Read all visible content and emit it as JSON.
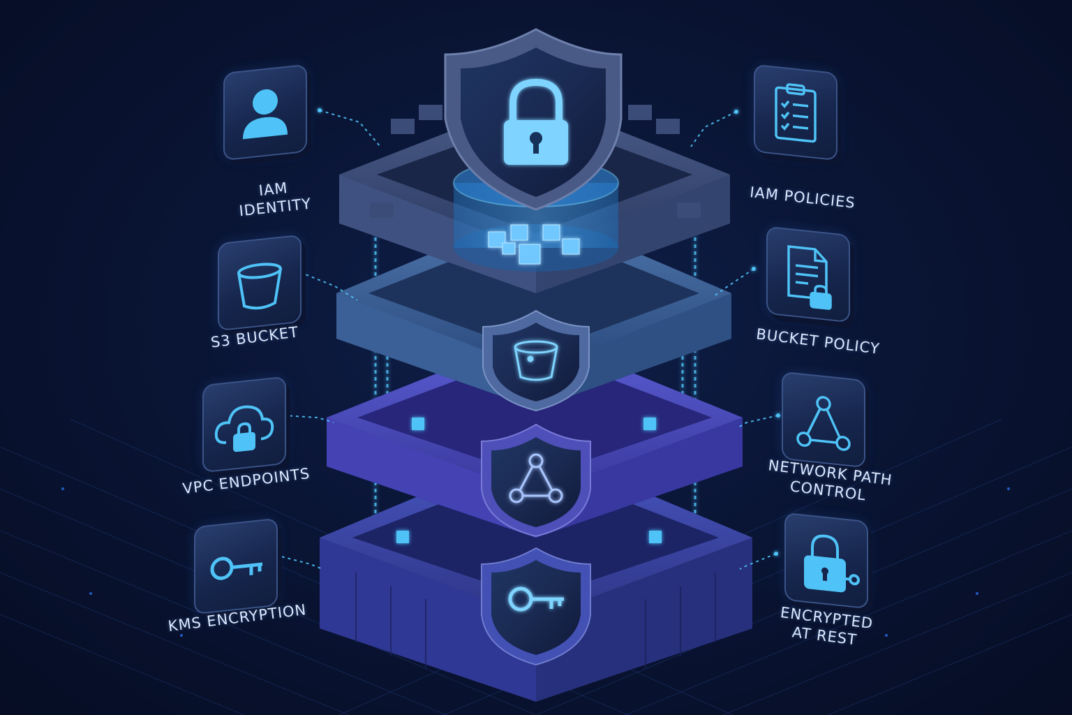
{
  "labels": {
    "iam_identity": "IAM\nIDENTITY",
    "iam_policies": "IAM POLICIES",
    "s3_bucket": "S3 BUCKET",
    "bucket_policy": "BUCKET POLICY",
    "vpc_endpoints": "VPC ENDPOINTS",
    "network_path_control": "NETWORK PATH\nCONTROL",
    "kms_encryption": "KMS ENCRYPTION",
    "encrypted_at_rest": "ENCRYPTED\nAT REST"
  },
  "icons": {
    "iam_identity": "user-icon",
    "iam_policies": "clipboard-checklist-icon",
    "s3_bucket": "bucket-icon",
    "bucket_policy": "document-lock-icon",
    "vpc_endpoints": "cloud-lock-icon",
    "network_path_control": "triangle-network-icon",
    "kms_encryption": "key-icon",
    "encrypted_at_rest": "padlock-key-icon",
    "layer_top": "padlock-shield-icon",
    "layer_2": "bucket-shield-icon",
    "layer_3": "network-shield-icon",
    "layer_4": "key-shield-icon"
  },
  "colors": {
    "background": "#0a1535",
    "glow": "#4fc3f7",
    "tile": "#1b2b55",
    "layer_top": "#3b4d78",
    "layer_s3": "#34588c",
    "layer_vpc": "#4a47b8",
    "layer_kms": "#3a45a8",
    "label": "#dde8ff"
  }
}
